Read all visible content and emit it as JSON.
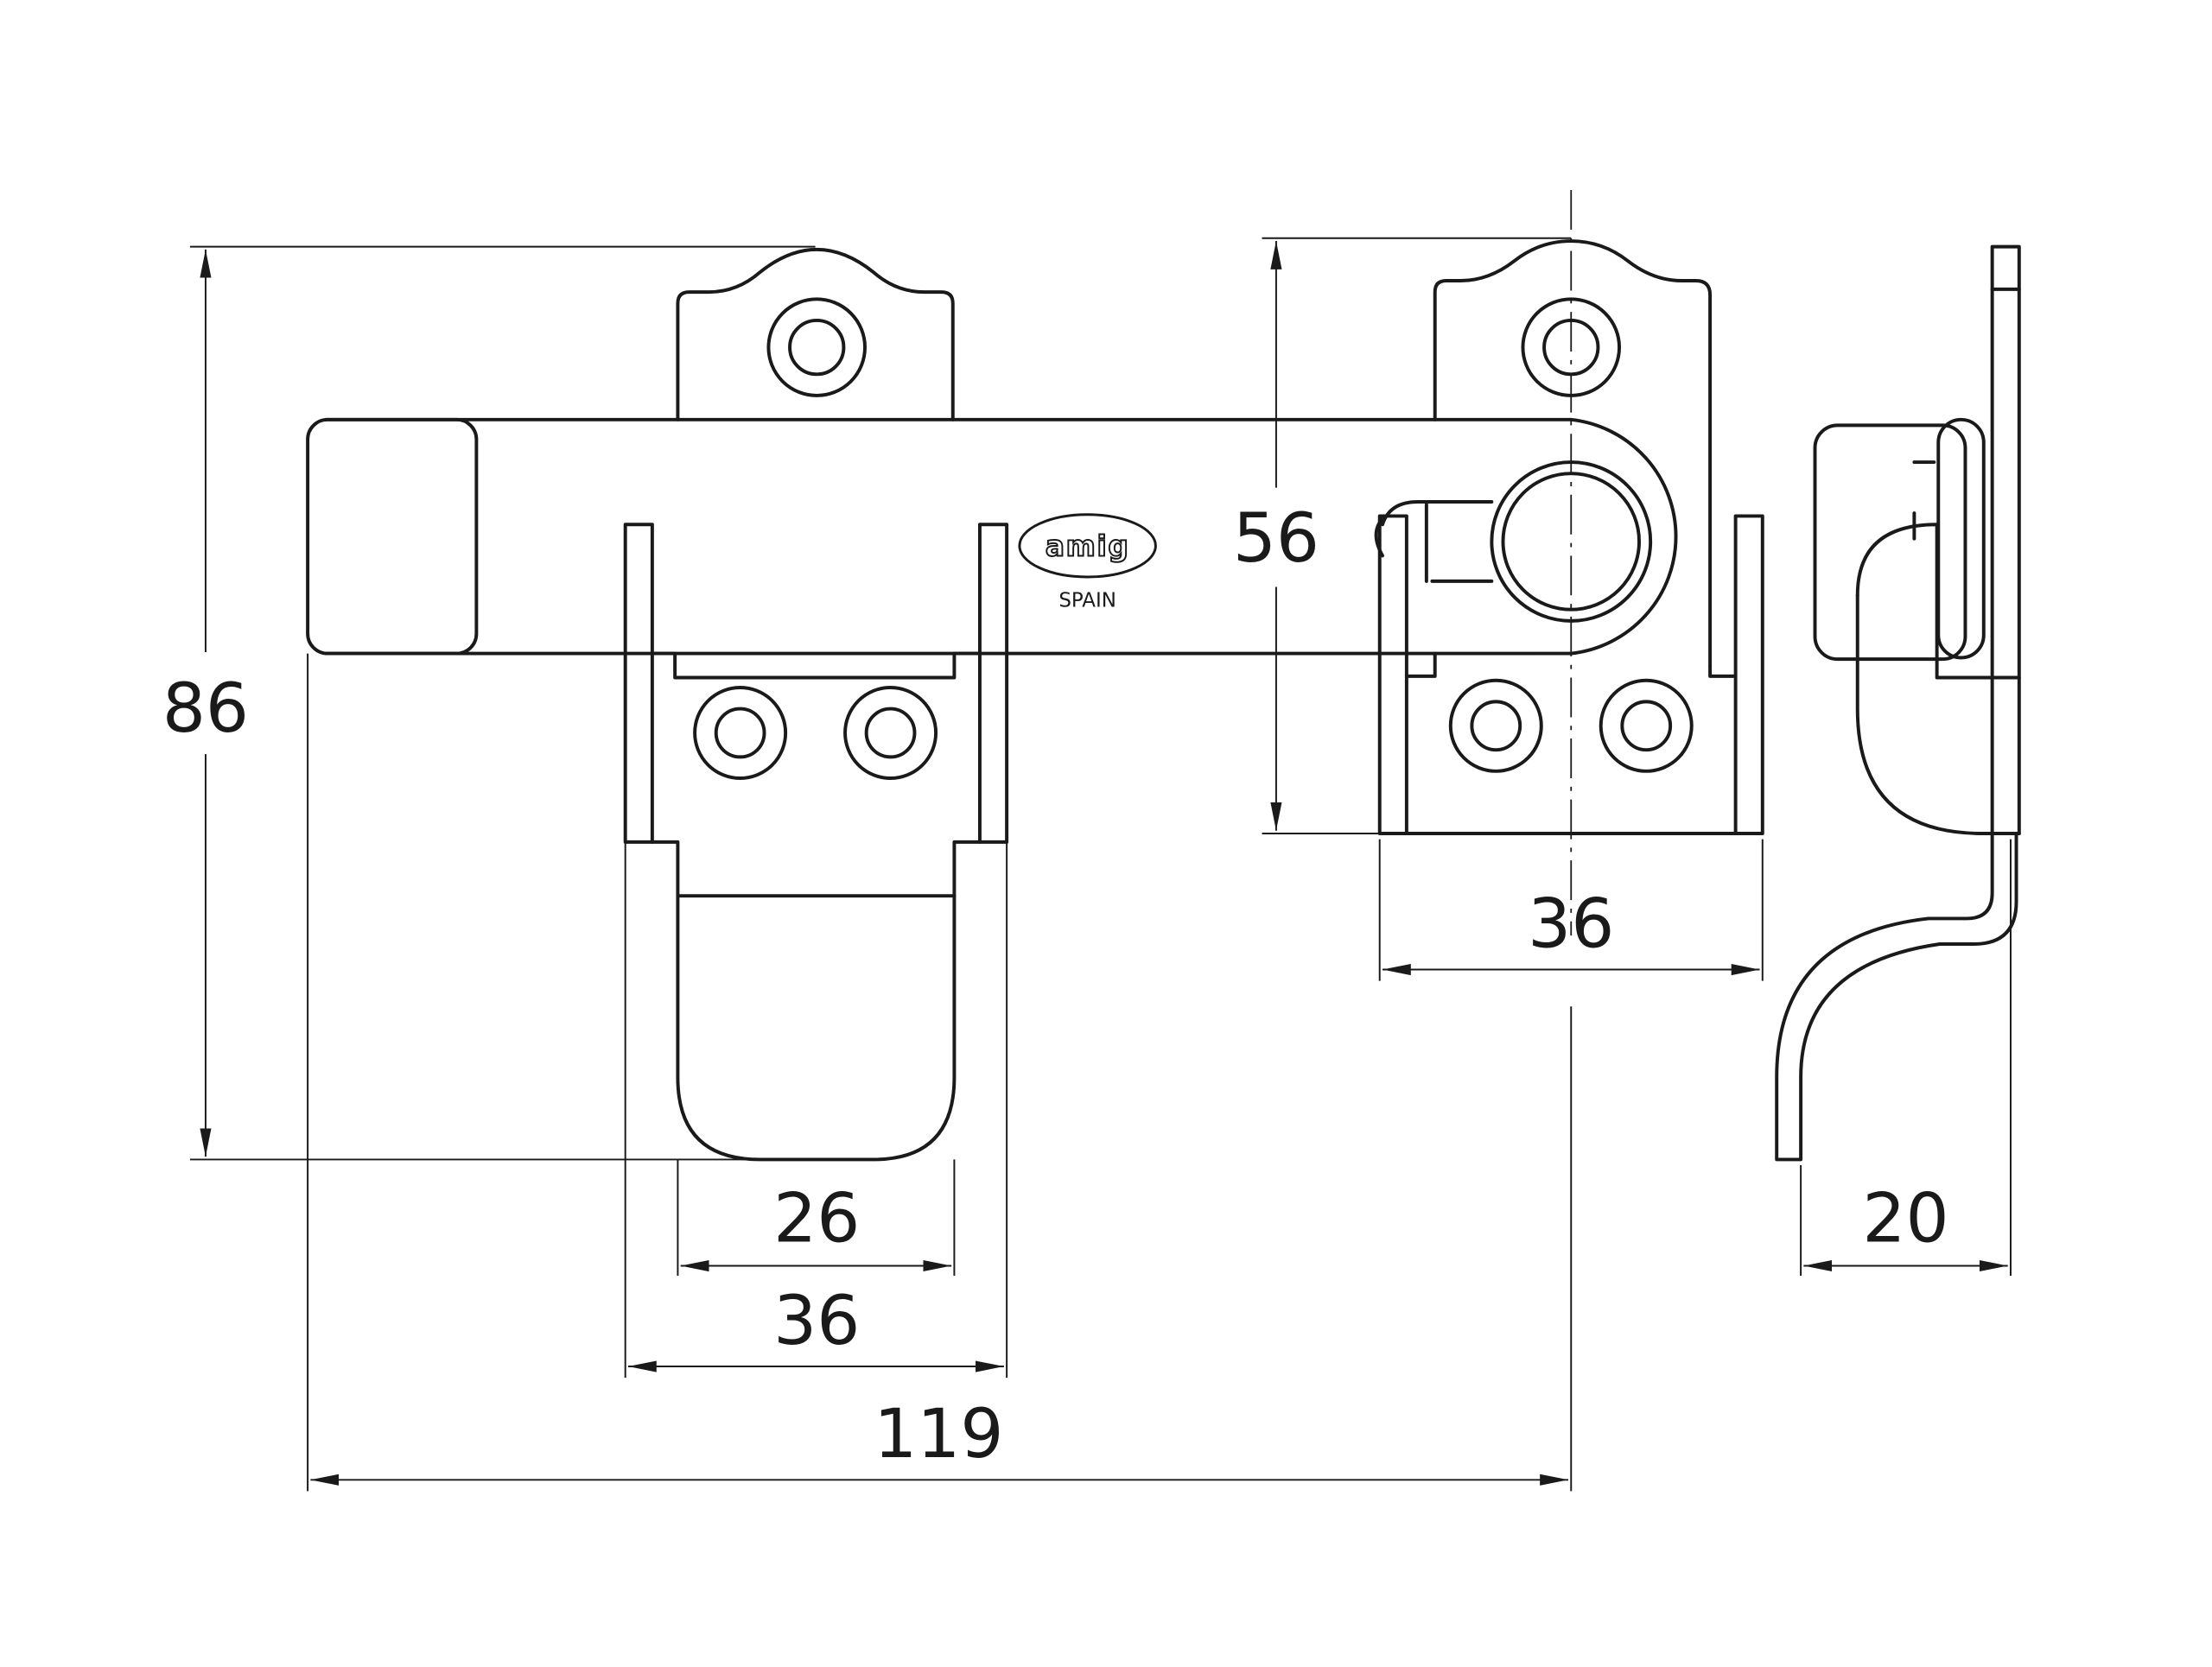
{
  "drawing": {
    "title": "Latch technical drawing",
    "logo": {
      "brand": "amig",
      "country": "SPAIN"
    },
    "dimensions": {
      "overall_height": "86",
      "overall_width": "119",
      "keeper_height": "56",
      "keeper_width": "36",
      "staple_outer_width": "36",
      "staple_inner_width": "26",
      "profile_depth": "20"
    },
    "colors": {
      "line": "#1a1a1a",
      "background": "#ffffff"
    }
  }
}
